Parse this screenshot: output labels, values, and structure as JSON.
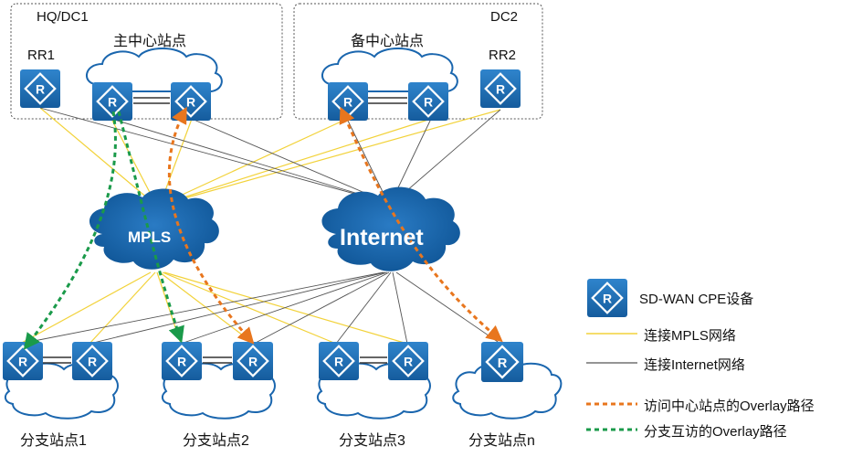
{
  "dc1": {
    "name": "HQ/DC1",
    "title": "主中心站点",
    "rr": "RR1"
  },
  "dc2": {
    "name": "DC2",
    "title": "备中心站点",
    "rr": "RR2"
  },
  "networks": {
    "mpls": "MPLS",
    "internet": "Internet"
  },
  "device_glyph": "R",
  "branches": [
    {
      "label": "分支站点1"
    },
    {
      "label": "分支站点2"
    },
    {
      "label": "分支站点3"
    },
    {
      "label": "分支站点n"
    }
  ],
  "legend": {
    "cpe": "SD-WAN CPE设备",
    "mpls_link": "连接MPLS网络",
    "internet_link": "连接Internet网络",
    "overlay_hub": "访问中心站点的Overlay路径",
    "overlay_branch": "分支互访的Overlay路径"
  },
  "colors": {
    "device_blue": "#1f6fb6",
    "cloud_blue": "#1a66ae",
    "mpls_line": "#f2d23a",
    "internet_line": "#555555",
    "overlay_hub": "#e8761e",
    "overlay_branch": "#1a9a4a"
  }
}
